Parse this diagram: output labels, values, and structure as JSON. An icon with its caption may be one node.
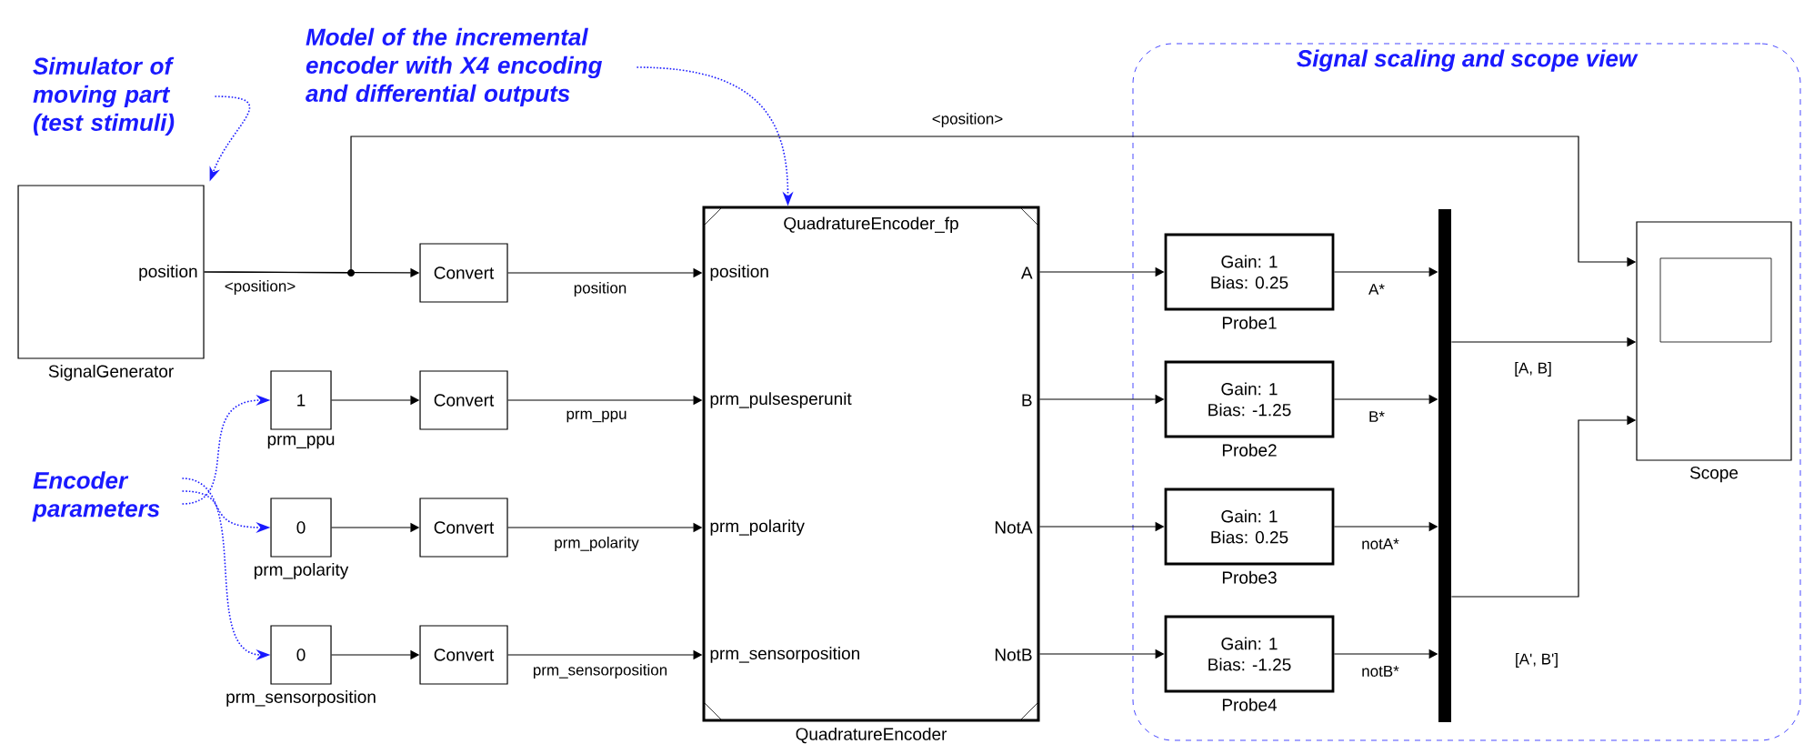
{
  "diagram": {
    "nodes": [
      {
        "text": [
          "Simulator of moving part (test stimuli)"
        ]
      },
      {
        "text": [
          "Model of the incremental encoder with X4 encoding and differential outputs"
        ]
      },
      {
        "text": [
          "Signal scaling and scope view"
        ]
      },
      {
        "text": [
          "position"
        ],
        "beside": [
          "SignalGenerator"
        ]
      },
      {
        "text": [
          "Convert"
        ]
      },
      {
        "text": [
          "1"
        ],
        "beside": [
          "prm_ppu"
        ]
      },
      {
        "text": [
          "Convert"
        ]
      },
      {
        "text": [
          "0"
        ],
        "beside": [
          "prm_polarity"
        ]
      },
      {
        "text": [
          "Convert"
        ]
      },
      {
        "text": [
          "0"
        ],
        "beside": [
          "prm_sensorposition"
        ]
      },
      {
        "text": [
          "Convert"
        ]
      },
      {
        "text": [
          "Encoder parameters"
        ]
      },
      {
        "text": [
          "QuadratureEncoder_fp",
          "position",
          "prm_pulsesperunit",
          "prm_polarity",
          "prm_sensorposition",
          "A",
          "B",
          "NotA",
          "NotB"
        ],
        "beside": [
          "QuadratureEncoder"
        ]
      },
      {
        "text": [
          "Gain: 1",
          "Bias: 0.25"
        ],
        "beside": [
          "Probe1"
        ],
        "in": 2
      },
      {
        "text": [
          "Gain: 1",
          "Bias: -1.25"
        ],
        "beside": [
          "Probe2"
        ],
        "in": 2
      },
      {
        "text": [
          "Gain: 1",
          "Bias: 0.25"
        ],
        "beside": [
          "Probe3"
        ],
        "in": 2
      },
      {
        "text": [
          "Gain: 1",
          "Bias: -1.25"
        ],
        "beside": [
          "Probe4"
        ],
        "in": 2
      },
      {
        "text": [],
        "shape": "bar",
        "in": 2
      },
      {
        "text": [],
        "shape": "box",
        "beside": [
          "Scope"
        ],
        "in": 2
      }
    ],
    "edges": [
      {
        "from": 0,
        "to": 3,
        "arrow": "to",
        "style": "dashed",
        "color": "#1a1aff"
      },
      {
        "from": 1,
        "to": 12,
        "arrow": "to",
        "style": "dashed",
        "color": "#1a1aff"
      },
      {
        "from": 11,
        "to": 5,
        "arrow": "to",
        "style": "dashed",
        "color": "#1a1aff"
      },
      {
        "from": 11,
        "to": 7,
        "arrow": "to",
        "style": "dashed",
        "color": "#1a1aff"
      },
      {
        "from": 11,
        "to": 9,
        "arrow": "to",
        "style": "dashed",
        "color": "#1a1aff"
      },
      {
        "from": 3,
        "to": 4,
        "arrow": "to",
        "label": "<position>"
      },
      {
        "from": 3,
        "to": 18,
        "arrow": "to",
        "label": "<position>"
      },
      {
        "from": 4,
        "to": 12,
        "arrow": "to",
        "label": "position"
      },
      {
        "from": 5,
        "to": 6,
        "arrow": "to"
      },
      {
        "from": 6,
        "to": 12,
        "arrow": "to",
        "label": "prm_ppu"
      },
      {
        "from": 7,
        "to": 8,
        "arrow": "to"
      },
      {
        "from": 8,
        "to": 12,
        "arrow": "to",
        "label": "prm_polarity"
      },
      {
        "from": 9,
        "to": 10,
        "arrow": "to"
      },
      {
        "from": 10,
        "to": 12,
        "arrow": "to",
        "label": "prm_sensorposition"
      },
      {
        "from": 12,
        "to": 13,
        "arrow": "to"
      },
      {
        "from": 12,
        "to": 14,
        "arrow": "to"
      },
      {
        "from": 12,
        "to": 15,
        "arrow": "to"
      },
      {
        "from": 12,
        "to": 16,
        "arrow": "to"
      },
      {
        "from": 13,
        "to": 17,
        "arrow": "to",
        "label": "A*"
      },
      {
        "from": 14,
        "to": 17,
        "arrow": "to",
        "label": "B*"
      },
      {
        "from": 15,
        "to": 17,
        "arrow": "to",
        "label": "notA*"
      },
      {
        "from": 16,
        "to": 17,
        "arrow": "to",
        "label": "notB*"
      },
      {
        "from": 17,
        "to": 18,
        "arrow": "to",
        "label": "[A, B]"
      },
      {
        "from": 17,
        "to": 18,
        "arrow": "to",
        "label": "[A', B']"
      }
    ]
  }
}
